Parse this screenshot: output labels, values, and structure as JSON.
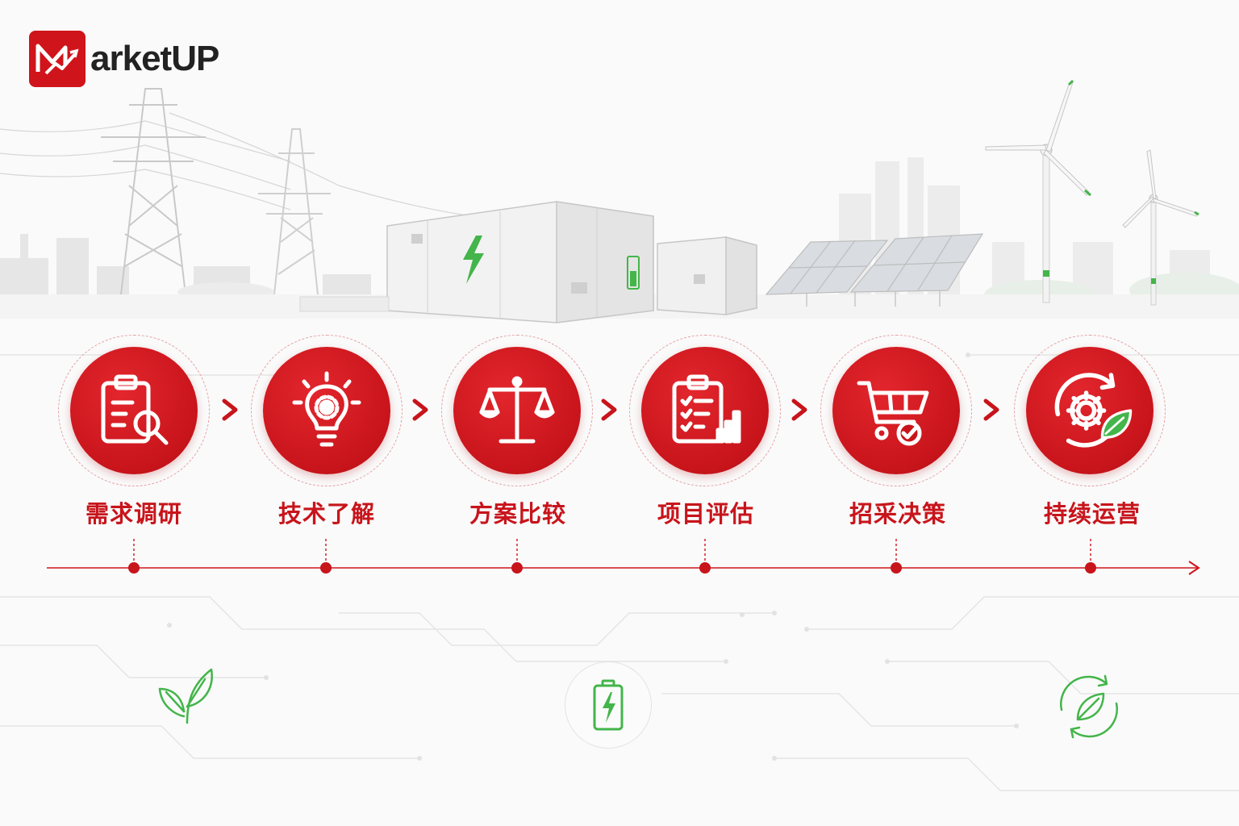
{
  "brand": {
    "name": "arketUP",
    "accent": "#c8141b",
    "green": "#43b54a"
  },
  "steps": [
    {
      "label": "需求调研",
      "icon": "clipboard-search-icon"
    },
    {
      "label": "技术了解",
      "icon": "lightbulb-gear-icon"
    },
    {
      "label": "方案比较",
      "icon": "balance-scale-icon"
    },
    {
      "label": "项目评估",
      "icon": "checklist-chart-icon"
    },
    {
      "label": "招采决策",
      "icon": "cart-check-icon"
    },
    {
      "label": "持续运营",
      "icon": "gear-cycle-leaf-icon"
    }
  ],
  "footer_icons": [
    "leaf-icon",
    "battery-icon",
    "recycle-leaf-icon"
  ]
}
